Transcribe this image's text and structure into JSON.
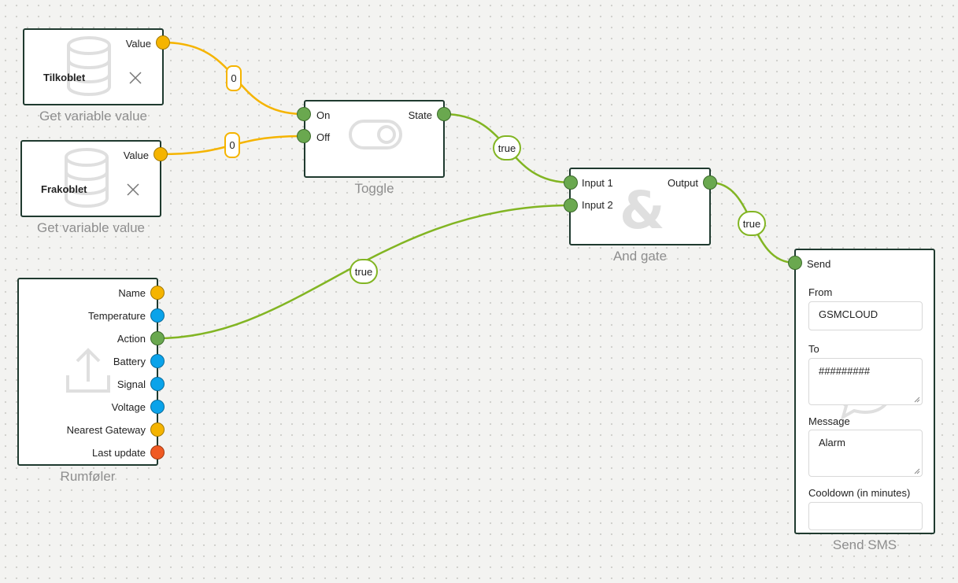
{
  "nodes": {
    "get_var_1": {
      "title": "Get variable value",
      "port_value": "Value",
      "variable": "Tilkoblet",
      "icons": [
        "database-icon",
        "close-icon"
      ]
    },
    "get_var_2": {
      "title": "Get variable value",
      "port_value": "Value",
      "variable": "Frakoblet",
      "icons": [
        "database-icon",
        "close-icon"
      ]
    },
    "toggle": {
      "title": "Toggle",
      "port_on": "On",
      "port_off": "Off",
      "port_state": "State",
      "icon": "toggle-icon"
    },
    "and_gate": {
      "title": "And gate",
      "port_input1": "Input 1",
      "port_input2": "Input 2",
      "port_output": "Output",
      "icon": "ampersand-icon",
      "icon_glyph": "&"
    },
    "sensor": {
      "title": "Rumføler",
      "icon": "upload-icon",
      "ports": [
        "Name",
        "Temperature",
        "Action",
        "Battery",
        "Signal",
        "Voltage",
        "Nearest Gateway",
        "Last update"
      ],
      "port_colors": [
        "yellow",
        "blue",
        "green",
        "blue",
        "blue",
        "blue",
        "yellow",
        "red"
      ]
    },
    "send_sms": {
      "title": "Send SMS",
      "port_send": "Send",
      "icon": "chat-icon",
      "from_label": "From",
      "from_value": "GSMCLOUD",
      "to_label": "To",
      "to_value": "#########",
      "message_label": "Message",
      "message_value": "Alarm",
      "cooldown_label": "Cooldown (in minutes)",
      "cooldown_value": ""
    }
  },
  "wire_values": {
    "tilkoblet_to_on": "0",
    "frakoblet_to_off": "0",
    "state_to_input1": "true",
    "action_to_input2": "true",
    "output_to_send": "true"
  },
  "colors": {
    "string_wire": "#f5b400",
    "boolean_wire": "#82b523",
    "port_yellow": "#f5b400",
    "port_green": "#6aa84f",
    "port_blue": "#0aa3ea",
    "port_red": "#f05a23",
    "node_border": "#1f3a2f"
  }
}
